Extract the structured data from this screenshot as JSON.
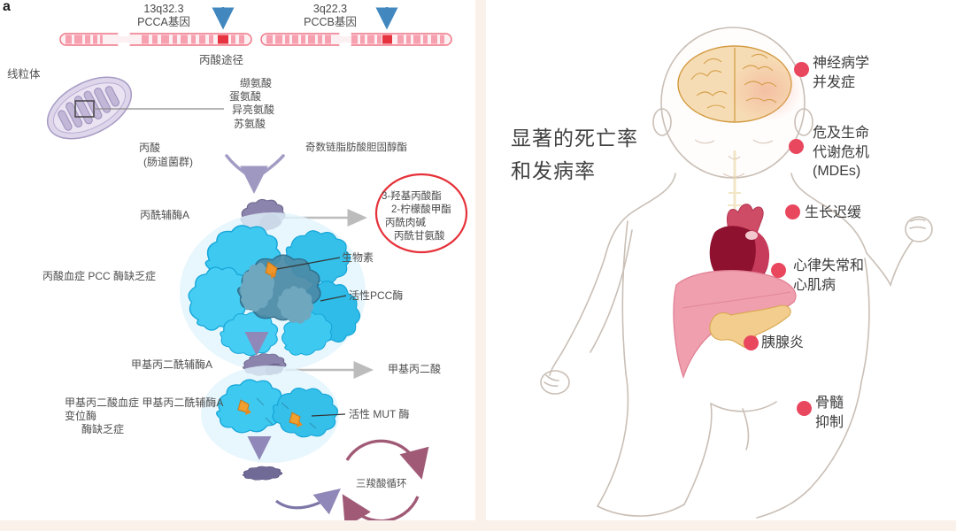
{
  "pathway_panel": {
    "figure_label": "a",
    "chromosome_1": {
      "locus": "13q32.3",
      "gene": "PCCA基因"
    },
    "chromosome_2": {
      "locus": "3q22.3",
      "gene": "PCCB基因"
    },
    "pathway_title": "丙酸途径",
    "mitochondria_label": "线粒体",
    "amino_acids": [
      "缬氨酸",
      "蛋氨酸",
      "异亮氨酸",
      "苏氨酸"
    ],
    "propionate": "丙酸",
    "propionate_source": "(肠道菌群)",
    "odd_chain_label": "奇数链脂肪酸胆固醇酯",
    "propionyl_coa": "丙酰辅酶A",
    "circled_metabolites": [
      "3-羟基丙酸酯",
      "2-柠檬酸甲酯",
      "丙酰肉碱",
      "丙酰甘氨酸"
    ],
    "pcc_deficiency": "丙酸血症 PCC 酶缺乏症",
    "biotin_label": "生物素",
    "active_pcc_label": "活性PCC酶",
    "methylmalonyl_coa": "甲基丙二酰辅酶A",
    "methylmalonic_acid": "甲基丙二酸",
    "mut_deficiency_line1": "甲基丙二酸血症 甲基丙二酰辅酶A",
    "mut_deficiency_line2": "变位酶",
    "mut_deficiency_line3": "酶缺乏症",
    "active_mut_label": "活性 MUT 酶",
    "tca_cycle_label": "三羧酸循环"
  },
  "baby_panel": {
    "title": "显著的死亡率\n和发病率",
    "complications": [
      {
        "text": "神经病学\n并发症"
      },
      {
        "text": "危及生命\n代谢危机\n(MDEs)"
      },
      {
        "text": "生长迟缓"
      },
      {
        "text": "心律失常和\n心肌病"
      },
      {
        "text": "胰腺炎"
      },
      {
        "text": "骨髓\n抑制"
      }
    ]
  },
  "colors": {
    "marker_red": "#e8475e",
    "highlight_circle_red": "#e53139",
    "arrow_blue": "#4288bf",
    "enzyme_cyan": "#3ec9f1",
    "biotin_orange": "#f0952a"
  }
}
